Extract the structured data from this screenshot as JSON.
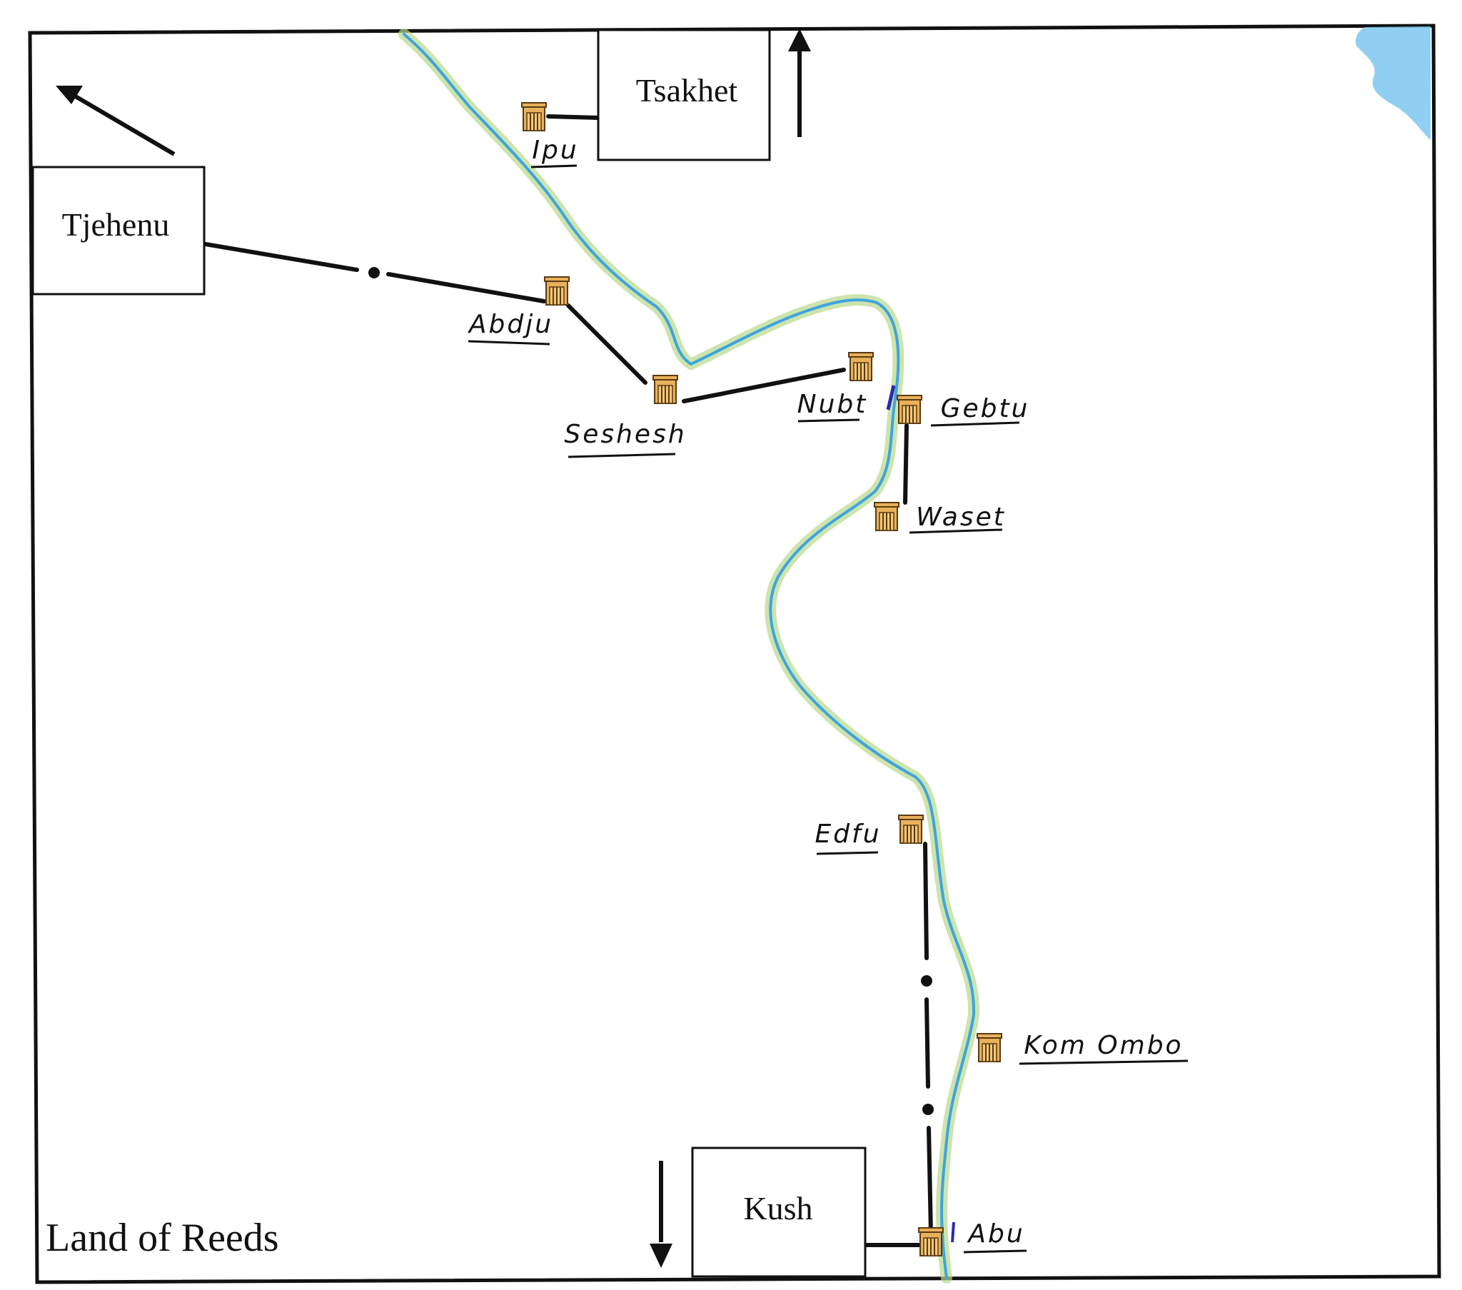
{
  "map": {
    "title": "Land of Reeds",
    "colors": {
      "river": "#3fa4dd",
      "river_bank": "#b6d98a",
      "route": "#111111",
      "border": "#111111",
      "temple_fill": "#e8b15a",
      "temple_stroke": "#5a3a12",
      "sea": "#7cc7ee"
    },
    "icons": {
      "temple": "temple-icon",
      "arrow": "arrow-icon"
    },
    "regions": {
      "tsakhet": "Tsakhet",
      "tjehenu": "Tjehenu",
      "kush": "Kush"
    },
    "cities": {
      "ipu": "Ipu",
      "abdju": "Abdju",
      "seshesh": "Seshesh",
      "nubt": "Nubt",
      "gebtu": "Gebtu",
      "waset": "Waset",
      "edfu": "Edfu",
      "kom_ombo": "Kom Ombo",
      "abu": "Abu"
    }
  }
}
